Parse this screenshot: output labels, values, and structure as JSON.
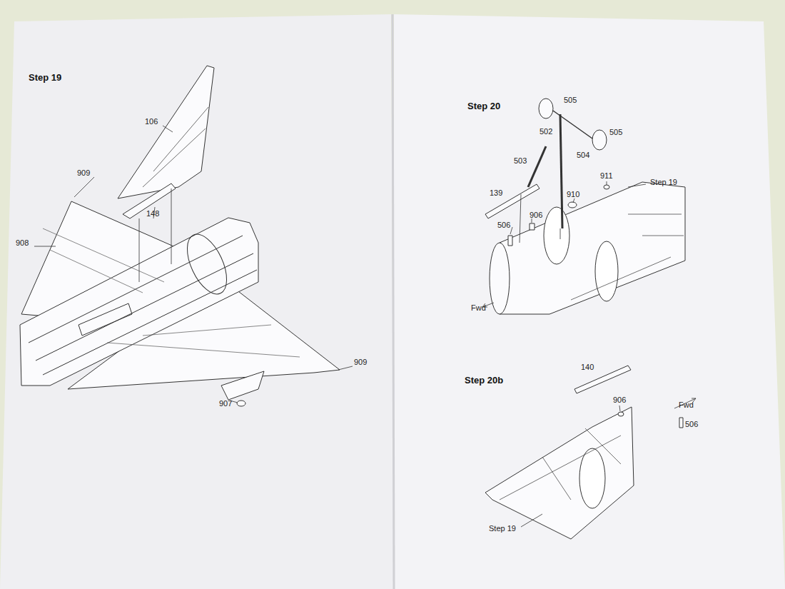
{
  "diagram": {
    "labels": [
      "Step 19",
      "106",
      "909",
      "148",
      "908",
      "909",
      "907",
      "Step 20",
      "505",
      "502",
      "505",
      "504",
      "503",
      "911",
      "Step 19",
      "139",
      "910",
      "906",
      "506",
      "Fwd",
      "Step 20b",
      "140",
      "906",
      "Fwd",
      "506",
      "Step 19"
    ]
  }
}
